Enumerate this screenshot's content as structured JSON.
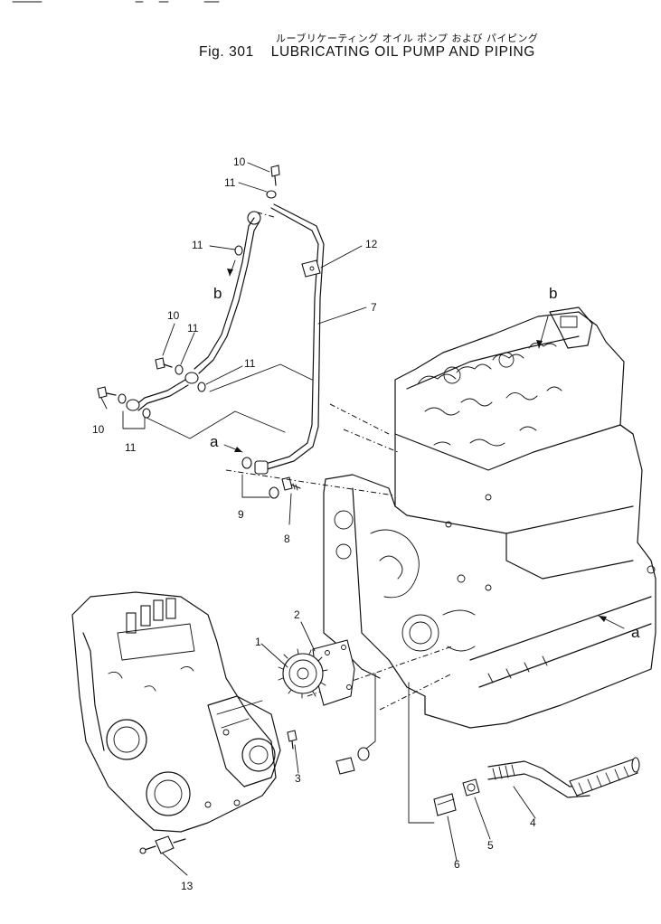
{
  "header": {
    "japanese_title": "ルーブリケーティング オイル ポンプ および パイピング",
    "figure_number": "Fig. 301",
    "english_title": "LUBRICATING OIL PUMP AND PIPING"
  },
  "callouts": {
    "c10a": "10",
    "c11a": "11",
    "c11b": "11",
    "c12": "12",
    "c7": "7",
    "c10b": "10",
    "c11c": "11",
    "c11d": "11",
    "c10c": "10",
    "c11e": "11",
    "c9": "9",
    "c8": "8",
    "c2": "2",
    "c1": "1",
    "c3": "3",
    "c4": "4",
    "c5": "5",
    "c6": "6",
    "c13": "13"
  },
  "references": {
    "b_left": "b",
    "b_right": "b",
    "a_left": "a",
    "a_right": "a"
  }
}
